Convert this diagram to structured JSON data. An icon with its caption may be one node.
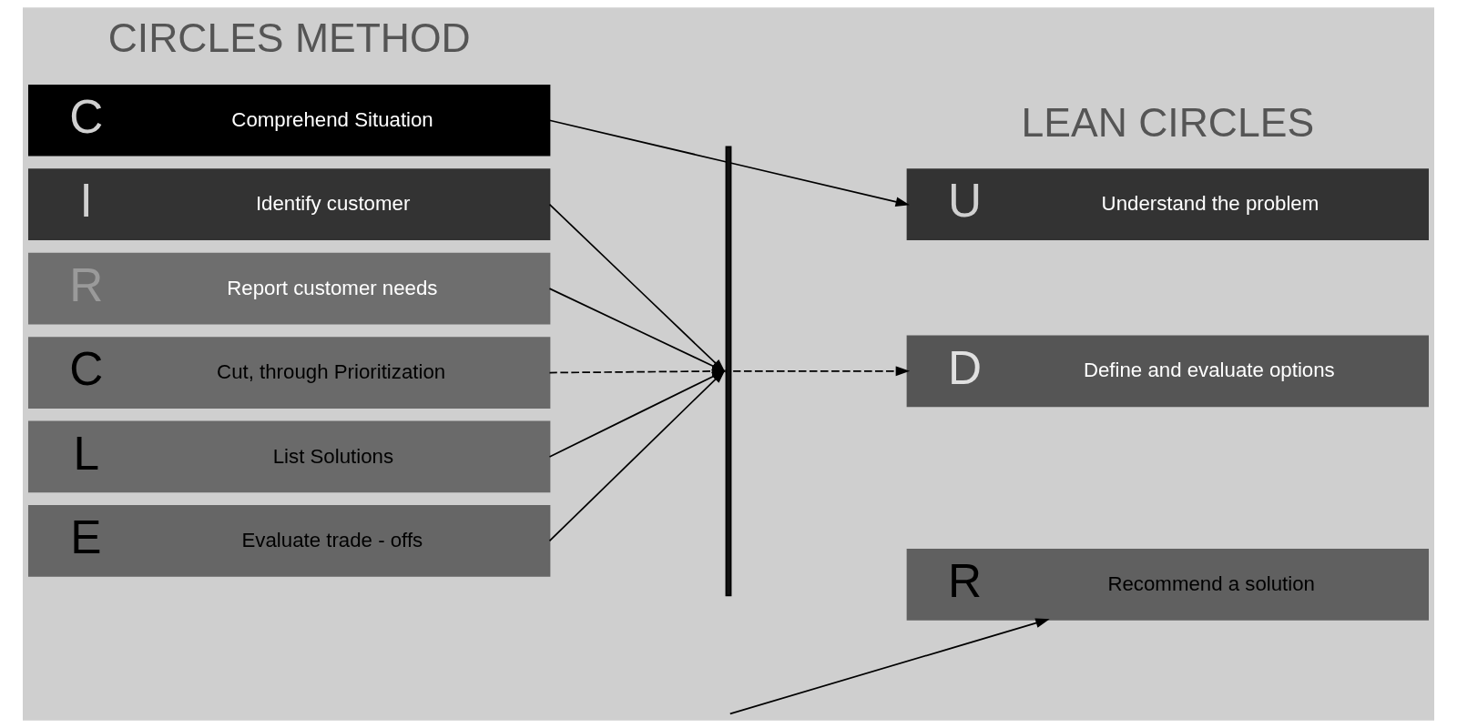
{
  "diagram": {
    "nodes": [
      {
        "text": [
          "C",
          "Comprehend Situation"
        ]
      },
      {
        "text": [
          "I",
          "Identify customer"
        ]
      },
      {
        "text": [
          "R",
          "Report customer needs"
        ]
      },
      {
        "text": [
          "C",
          "Cut, through Prioritization"
        ]
      },
      {
        "text": [
          "L",
          "List Solutions"
        ]
      },
      {
        "text": [
          "E",
          "Evaluate trade - offs"
        ]
      },
      {
        "text": [],
        "shape": "bar"
      },
      {
        "text": [
          "U",
          "Understand the problem"
        ]
      },
      {
        "text": [
          "D",
          "Define and evaluate options"
        ]
      },
      {
        "text": [
          "R",
          "Recommend a solution"
        ]
      }
    ],
    "edges": [
      {
        "from": 0,
        "to": 7,
        "arrow": "to"
      },
      {
        "from": 1,
        "to": 6,
        "arrow": "to"
      },
      {
        "from": 2,
        "to": 6,
        "arrow": "to"
      },
      {
        "from": 3,
        "to": 6,
        "arrow": "to",
        "style": "dashed"
      },
      {
        "from": 4,
        "to": 6,
        "arrow": "to"
      },
      {
        "from": 5,
        "to": 6,
        "arrow": "to"
      },
      {
        "from": 6,
        "to": 8,
        "arrow": "to",
        "style": "dashed"
      },
      {
        "from": null,
        "to": 9,
        "arrow": "to"
      }
    ],
    "labels": [
      "CIRCLES METHOD",
      "LEAN CIRCLES"
    ]
  }
}
